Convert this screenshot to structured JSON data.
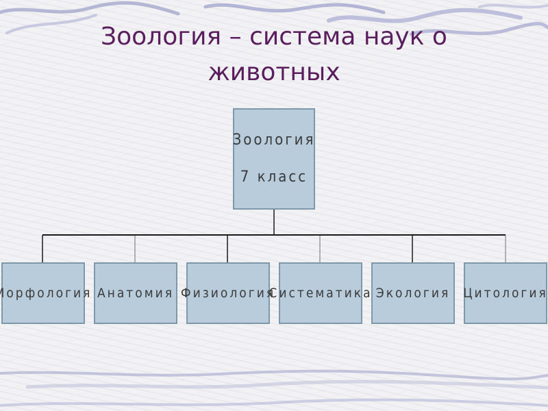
{
  "slide": {
    "title": "Зоология – система наук о\nживотных"
  },
  "diagram": {
    "root": {
      "line1": "Зоология",
      "line2": "7 класс"
    },
    "children": [
      {
        "label": "Морфология"
      },
      {
        "label": "Анатомия"
      },
      {
        "label": "Физиология"
      },
      {
        "label": "Систематика"
      },
      {
        "label": "Экология"
      },
      {
        "label": "Цитология"
      }
    ]
  },
  "colors": {
    "title": "#5a1e5e",
    "box_fill": "#b8ccdc",
    "box_border": "#7d97ab",
    "connector": "#1a1a1a"
  }
}
